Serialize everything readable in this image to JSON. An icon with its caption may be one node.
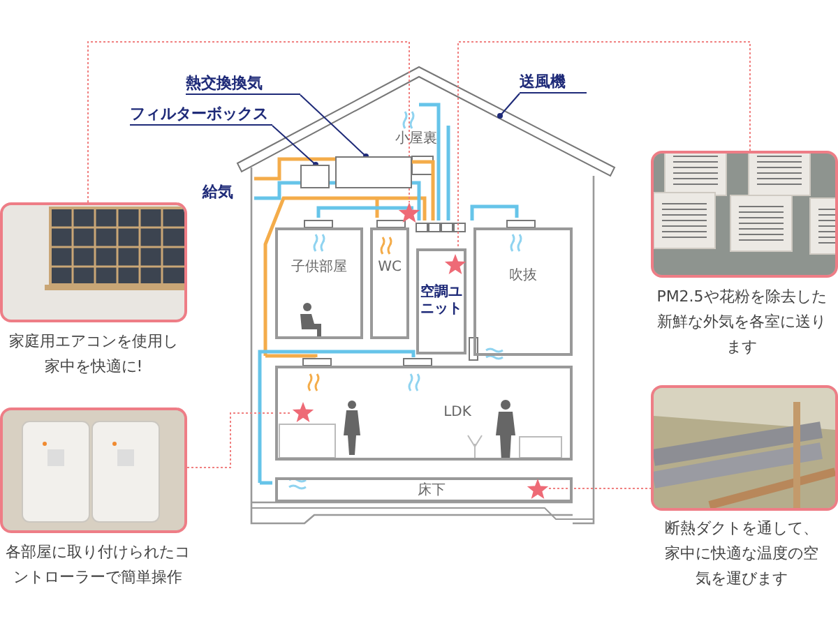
{
  "diagram": {
    "nodes": [
      {
        "text": [
          "熱交換換気"
        ]
      },
      {
        "text": [],
        "shape": "box"
      },
      {
        "text": [
          "フィルターボックス"
        ]
      },
      {
        "text": [],
        "shape": "box"
      },
      {
        "text": [
          "送風機"
        ]
      },
      {
        "text": [
          "子供部屋"
        ]
      },
      {
        "text": [
          "WC"
        ]
      },
      {
        "text": [
          "空調ユニット"
        ]
      },
      {
        "text": [
          "吹抜"
        ]
      },
      {
        "text": [
          "LDK"
        ]
      },
      {
        "text": [
          "床下"
        ]
      },
      {
        "text": [],
        "shape": "star"
      },
      {
        "text": [],
        "shape": "star",
        "in": 7
      },
      {
        "text": [],
        "shape": "star",
        "in": 9
      },
      {
        "text": [],
        "shape": "star",
        "in": 10
      },
      {
        "text": [],
        "shape": "picture",
        "beside": [
          "家庭用エアコンを使用し家中を快適に!"
        ]
      },
      {
        "text": [],
        "shape": "picture",
        "beside": [
          "PM2.5や花粉を除去した新鮮な外気を各室に送ります"
        ]
      },
      {
        "text": [],
        "shape": "picture",
        "beside": [
          "各部屋に取り付けられたコントローラーで簡単操作"
        ]
      },
      {
        "text": [],
        "shape": "picture",
        "beside": [
          "断熱ダクトを通して、家中に快適な温度の空気を運びます"
        ]
      }
    ],
    "edges": [
      {
        "from": 15,
        "to": 11,
        "arrow": "none",
        "style": "dashed",
        "color": "#f08080"
      },
      {
        "from": 16,
        "to": 12,
        "arrow": "none",
        "style": "dashed",
        "color": "#f08080"
      },
      {
        "from": 17,
        "to": 13,
        "arrow": "none",
        "style": "dashed",
        "color": "#f08080"
      },
      {
        "from": 14,
        "to": 18,
        "arrow": "none",
        "style": "dashed",
        "color": "#f08080"
      },
      {
        "from": 0,
        "to": 3,
        "arrow": "other",
        "color": "#1e2a78"
      },
      {
        "from": 2,
        "to": 1,
        "arrow": "other",
        "color": "#1e2a78"
      },
      {
        "from": 4,
        "to": null,
        "arrow": "other",
        "color": "#1e2a78"
      }
    ],
    "labels": [
      "小屋裏",
      "給気"
    ]
  }
}
